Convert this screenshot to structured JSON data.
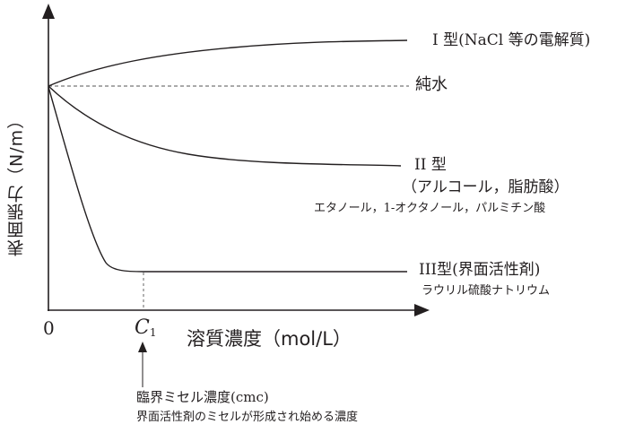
{
  "chart_data": {
    "type": "line",
    "title": "",
    "xlabel": "溶質濃度（mol/L）",
    "ylabel": "表面張力（N/m）",
    "x_ticks": [
      {
        "label": "0",
        "x": 0
      },
      {
        "label": "C",
        "subscript": "1",
        "x": 0.25
      }
    ],
    "grid": false,
    "legend_position": "inline-right",
    "x": [
      0,
      0.1,
      0.2,
      0.3,
      0.4,
      0.5,
      0.6,
      0.7,
      0.8,
      0.9,
      1.0
    ],
    "series": [
      {
        "name": "純水",
        "style": "dashed",
        "values": [
          1.0,
          1.0,
          1.0,
          1.0,
          1.0,
          1.0,
          1.0,
          1.0,
          1.0,
          1.0,
          1.0
        ]
      },
      {
        "name": "I型(NaCl等の電解質)",
        "style": "solid",
        "values": [
          1.0,
          1.08,
          1.13,
          1.16,
          1.18,
          1.19,
          1.2,
          1.21,
          1.22,
          1.23,
          1.24
        ]
      },
      {
        "name": "II型（アルコール，脂肪酸）",
        "style": "solid",
        "values": [
          1.0,
          0.87,
          0.78,
          0.72,
          0.69,
          0.68,
          0.67,
          0.665,
          0.66,
          0.655,
          0.65
        ]
      },
      {
        "name": "III型(界面活性剤)",
        "style": "solid",
        "values": [
          1.0,
          0.55,
          0.22,
          0.21,
          0.21,
          0.21,
          0.21,
          0.21,
          0.21,
          0.21,
          0.21
        ]
      }
    ],
    "annotations": [
      {
        "text": "臨界ミセル濃度(cmc)",
        "target": "C1"
      },
      {
        "text": "界面活性剤のミセルが形成され始める濃度",
        "target": "C1"
      },
      {
        "text": "エタノール，1-オクタノール，パルミチン酸",
        "target": "II型"
      },
      {
        "text": "ラウリル硫酸ナトリウム",
        "target": "III型"
      }
    ],
    "units": "arbitrary (qualitative)"
  },
  "axes": {
    "ylabel": "表面張力（N/m）",
    "xlabel": "溶質濃度（mol/L）",
    "origin_label": "0",
    "c1_label": "C",
    "c1_sub": "1"
  },
  "labels": {
    "type1": "I 型(NaCl 等の電解質)",
    "water": "純水",
    "type2": "II 型",
    "type2_sub": "（アルコール，脂肪酸）",
    "type2_examples": "エタノール，1-オクタノール，パルミチン酸",
    "type3": "III型(界面活性剤)",
    "type3_example": "ラウリル硫酸ナトリウム"
  },
  "annotation": {
    "cmc_title": "臨界ミセル濃度(cmc)",
    "cmc_desc": "界面活性剤のミセルが形成され始める濃度"
  },
  "colors": {
    "line": "#231f20",
    "dashed": "#555555"
  }
}
